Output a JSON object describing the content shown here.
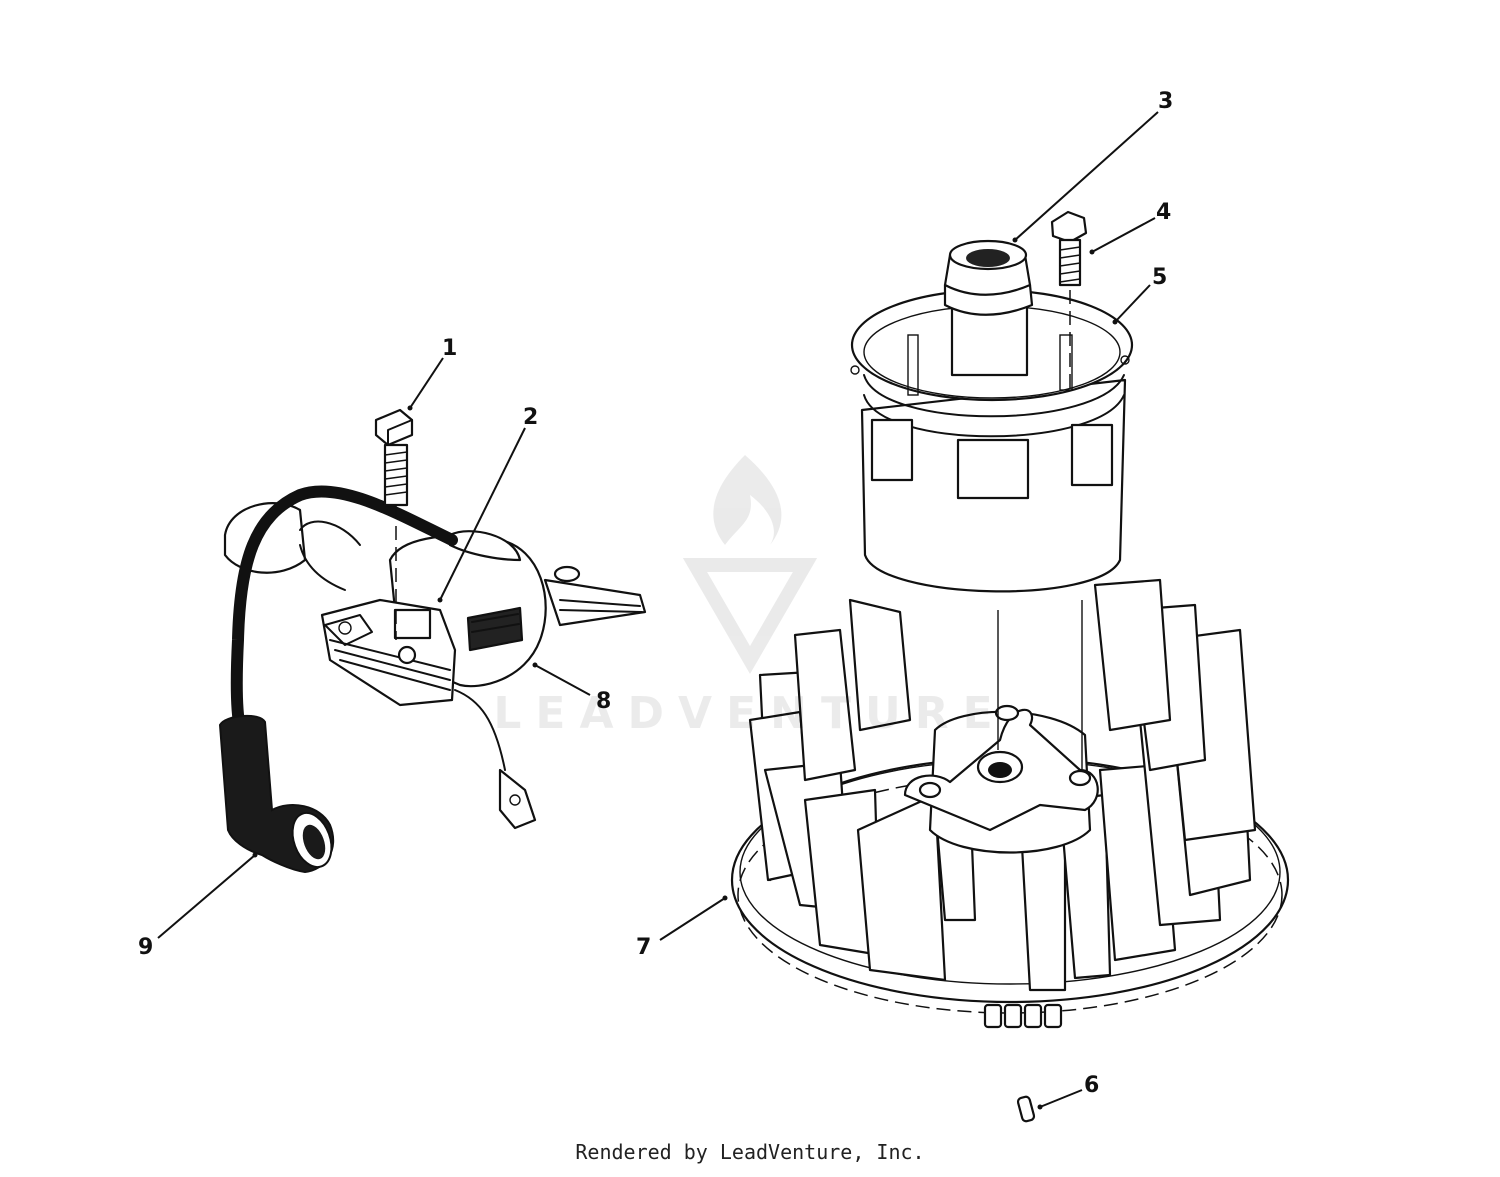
{
  "callouts": [
    {
      "label": "1"
    },
    {
      "label": "2"
    },
    {
      "label": "3"
    },
    {
      "label": "4"
    },
    {
      "label": "5"
    },
    {
      "label": "6"
    },
    {
      "label": "7"
    },
    {
      "label": "8"
    },
    {
      "label": "9"
    }
  ],
  "watermark": "LEADVENTURE",
  "credit": "Rendered by LeadVenture, Inc."
}
